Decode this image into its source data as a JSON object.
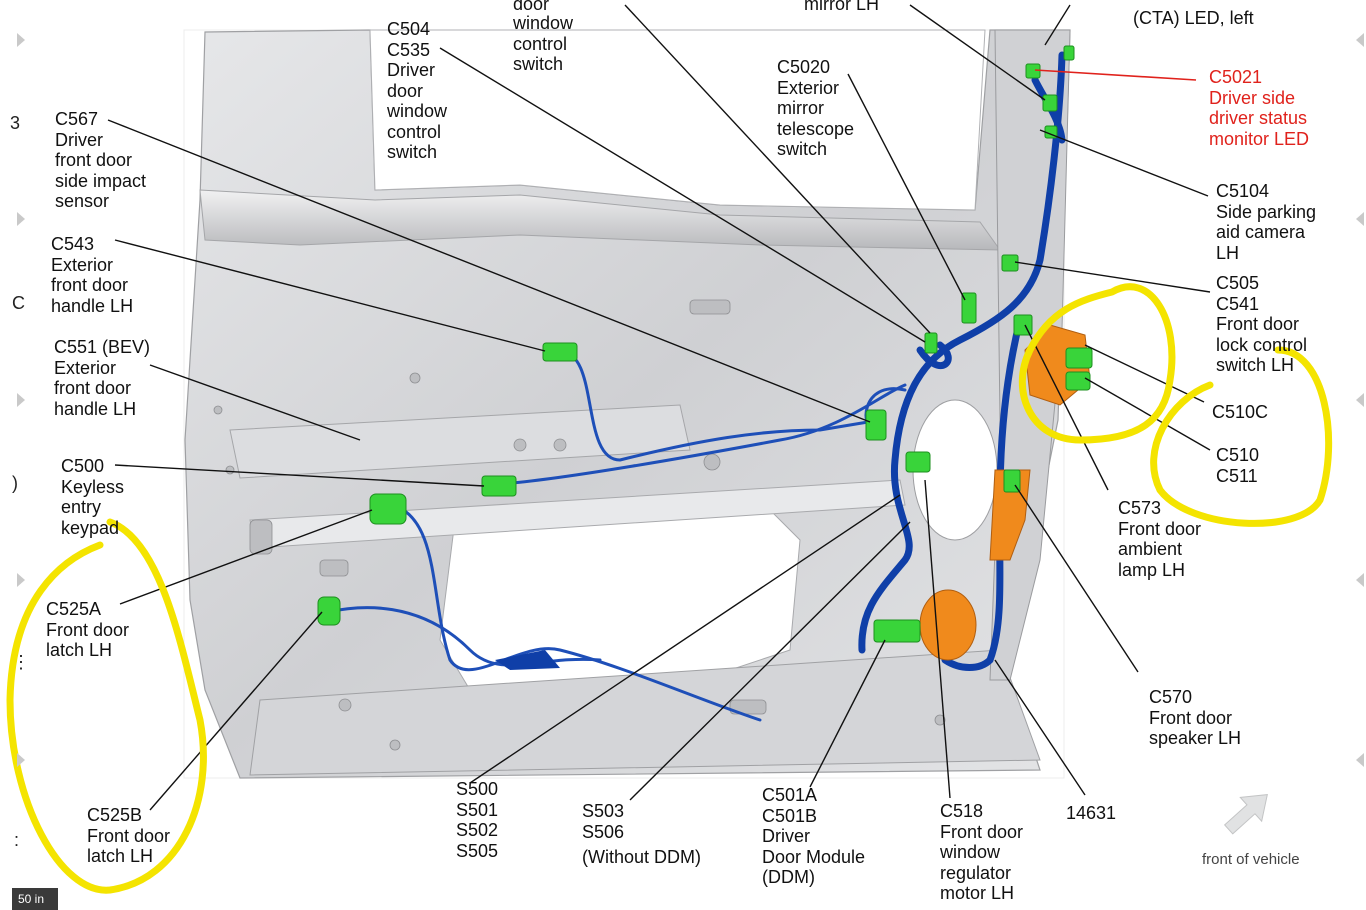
{
  "labels": {
    "top_partial_1": "door",
    "top_partial_2": "mirror LH",
    "top_partial_3": "(CTA) LED, left",
    "window_switch": "window\ncontrol\nswitch",
    "c504": "C504\nC535\nDriver\ndoor\nwindow\ncontrol\nswitch",
    "c5020": "C5020\nExterior\nmirror\ntelescope\nswitch",
    "c5021": "C5021\nDriver side\ndriver status\nmonitor LED",
    "c5104": "C5104\nSide parking\naid camera\nLH",
    "c505": "C505\nC541\nFront door\nlock control\nswitch LH",
    "c510c": "C510C",
    "c510": "C510\nC511",
    "c573": "C573\nFront door\nambient\nlamp LH",
    "c570": "C570\nFront door\nspeaker LH",
    "c567": "C567\nDriver\nfront door\nside impact\nsensor",
    "c543": "C543\nExterior\nfront door\nhandle LH",
    "c551": "C551 (BEV)\nExterior\nfront door\nhandle LH",
    "c500": "C500\nKeyless\nentry\nkeypad",
    "c525a": "C525A\nFront door\nlatch LH",
    "c525b": "C525B\nFront door\nlatch LH",
    "s500": "S500\nS501\nS502\nS505",
    "s503": "S503\nS506",
    "without_ddm": "(Without DDM)",
    "c501": "C501A\nC501B\nDriver\nDoor Module\n(DDM)",
    "c518": "C518\nFront door\nwindow\nregulator\nmotor LH",
    "n14631": "14631",
    "front_of_vehicle": "front of vehicle"
  },
  "edge_chars": {
    "e1": "3",
    "e2": "C",
    "e3": ")",
    "e4": "⋮",
    "e5": ":"
  },
  "zoom_badge": "50 in",
  "colors": {
    "harness": "#0f3fa8",
    "thin_wire": "#1e4fb8",
    "connector": "#39d43a",
    "orange_part": "#f08a1c",
    "highlight": "#f4e400",
    "callout_red": "#e0221c",
    "door_panel": "#d8d9db"
  }
}
